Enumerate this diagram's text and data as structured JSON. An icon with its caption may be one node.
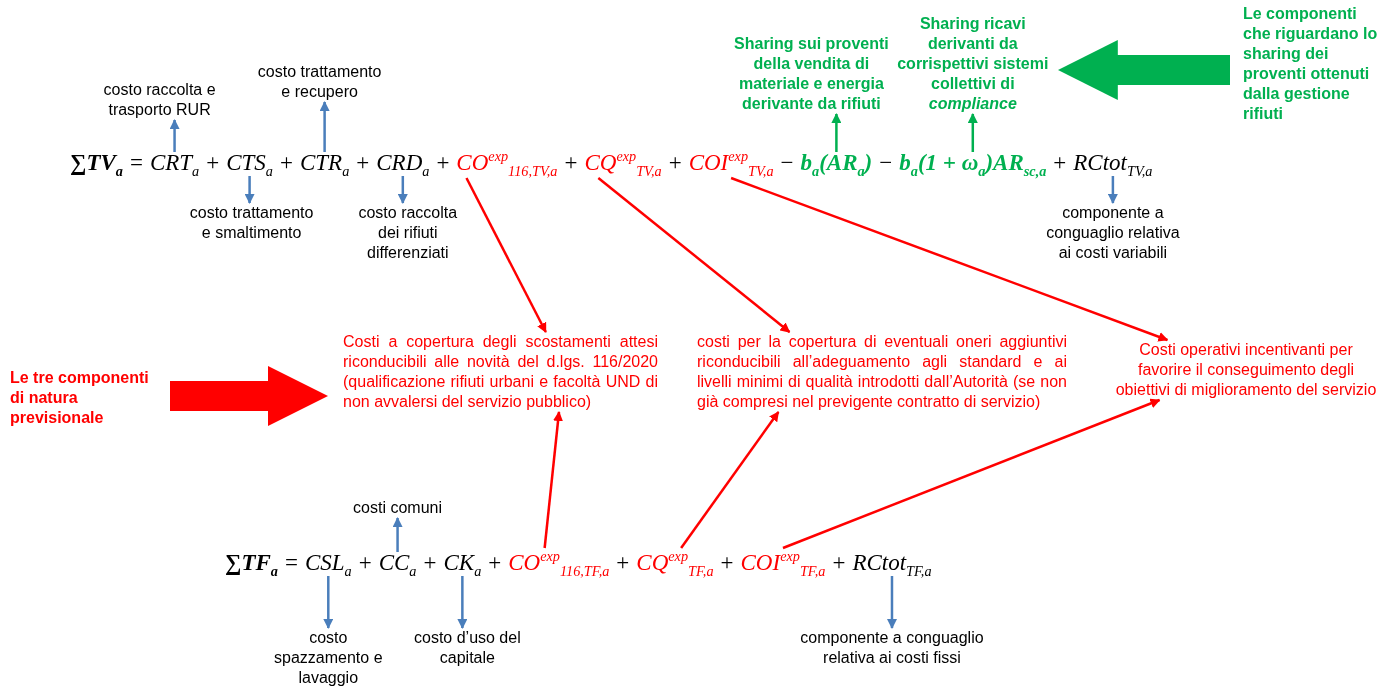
{
  "diagram": {
    "nodes": [
      {
        "text": [
          "∑TV$_{a}$"
        ]
      },
      {
        "text": [
          "CRT$_{a}$"
        ]
      },
      {
        "text": [
          "CTS$_{a}$"
        ]
      },
      {
        "text": [
          "CTR$_{a}$"
        ]
      },
      {
        "text": [
          "CRD$_{a}$"
        ]
      },
      {
        "text": [
          "CO$^{exp}$$_{116,TV,a}$"
        ]
      },
      {
        "text": [
          "CQ$^{exp}$$_{TV,a}$"
        ]
      },
      {
        "text": [
          "COI$^{exp}$$_{TV,a}$"
        ]
      },
      {
        "text": [
          "b$_{a}$(AR$_{a}$)"
        ]
      },
      {
        "text": [
          "b$_{a}$(1 + ω$_{a}$)AR$_{sc,a}$"
        ]
      },
      {
        "text": [
          "RCtot$_{TV,a}$"
        ]
      },
      {
        "text": [
          "costo raccolta e trasporto RUR"
        ]
      },
      {
        "text": [
          "costo trattamento e recupero"
        ]
      },
      {
        "text": [
          "costo trattamento e smaltimento"
        ]
      },
      {
        "text": [
          "costo raccolta dei rifiuti differenziati"
        ]
      },
      {
        "text": [
          "Sharing sui proventi della vendita di materiale e energia derivante da rifiuti"
        ]
      },
      {
        "text": [
          "Sharing ricavi derivanti da corrispettivi sistemi collettivi di *compliance*"
        ]
      },
      {
        "text": [
          "componente a conguaglio relativa ai costi variabili"
        ]
      },
      {
        "text": [
          "Le componenti che riguardano lo sharing dei proventi ottenuti dalla gestione rifiuti"
        ]
      },
      {
        "text": [
          "Le tre componenti di natura previsionale"
        ]
      },
      {
        "text": [
          "Costi a copertura degli scostamenti attesi riconducibili alle novità del d.lgs. 116/2020 (qualificazione rifiuti urbani e facoltà UND di non avvalersi del servizio pubblico)"
        ]
      },
      {
        "text": [
          "costi per la copertura di eventuali oneri aggiuntivi riconducibili all’adeguamento agli standard e ai livelli minimi di qualità introdotti dall’Autorità (se non già compresi nel previgente contratto di servizio)"
        ]
      },
      {
        "text": [
          "Costi operativi incentivanti per favorire il conseguimento degli obiettivi di miglioramento del servizio"
        ]
      },
      {
        "text": [
          "∑TF$_{a}$"
        ]
      },
      {
        "text": [
          "CSL$_{a}$"
        ]
      },
      {
        "text": [
          "CC$_{a}$"
        ]
      },
      {
        "text": [
          "CK$_{a}$"
        ]
      },
      {
        "text": [
          "CO$^{exp}$$_{116,TF,a}$"
        ]
      },
      {
        "text": [
          "CQ$^{exp}$$_{TF,a}$"
        ]
      },
      {
        "text": [
          "COI$^{exp}$$_{TF,a}$"
        ]
      },
      {
        "text": [
          "RCtot$_{TF,a}$"
        ]
      },
      {
        "text": [
          "costi comuni"
        ]
      },
      {
        "text": [
          "costo spazzamento e lavaggio"
        ]
      },
      {
        "text": [
          "costo d’uso del capitale"
        ]
      },
      {
        "text": [
          "componente a conguaglio relativa ai costi fissi"
        ]
      }
    ],
    "edges": [
      {
        "from": 1,
        "to": 11,
        "arrow": "to"
      },
      {
        "from": 3,
        "to": 12,
        "arrow": "to"
      },
      {
        "from": 2,
        "to": 13,
        "arrow": "to"
      },
      {
        "from": 4,
        "to": 14,
        "arrow": "to"
      },
      {
        "from": 8,
        "to": 15,
        "arrow": "to",
        "color": "#00b050"
      },
      {
        "from": 9,
        "to": 16,
        "arrow": "to",
        "color": "#00b050"
      },
      {
        "from": 10,
        "to": 17,
        "arrow": "to"
      },
      {
        "from": 18,
        "to": 16,
        "arrow": "to",
        "style": "thick",
        "color": "#00b050"
      },
      {
        "from": 5,
        "to": 20,
        "arrow": "to",
        "color": "#ff0000"
      },
      {
        "from": 6,
        "to": 21,
        "arrow": "to",
        "color": "#ff0000"
      },
      {
        "from": 7,
        "to": 22,
        "arrow": "to",
        "color": "#ff0000"
      },
      {
        "from": 19,
        "to": 20,
        "arrow": "to",
        "style": "thick",
        "color": "#ff0000"
      },
      {
        "from": 27,
        "to": 20,
        "arrow": "to",
        "color": "#ff0000"
      },
      {
        "from": 28,
        "to": 21,
        "arrow": "to",
        "color": "#ff0000"
      },
      {
        "from": 29,
        "to": 22,
        "arrow": "to",
        "color": "#ff0000"
      },
      {
        "from": 25,
        "to": 31,
        "arrow": "to"
      },
      {
        "from": 24,
        "to": 32,
        "arrow": "to"
      },
      {
        "from": 26,
        "to": 33,
        "arrow": "to"
      },
      {
        "from": 30,
        "to": 34,
        "arrow": "to"
      }
    ],
    "labels": [
      "=",
      "+",
      "+",
      "+",
      "+",
      "+",
      "+",
      "−",
      "−",
      "+",
      "=",
      "+",
      "+",
      "+",
      "+",
      "+",
      "+"
    ]
  }
}
